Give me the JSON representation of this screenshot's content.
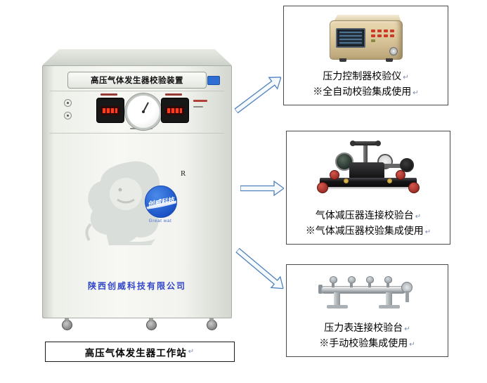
{
  "diagram": {
    "cabinet": {
      "title": "高压气体发生器校验装置",
      "r_mark": "R",
      "logo_text": "创威科技",
      "logo_subtext": "Great wat",
      "company": "陕西创威科技有限公司"
    },
    "workstation_label": "高压气体发生器工作站",
    "paragraph_mark": "↵",
    "items": [
      {
        "title": "压力控制器校验仪",
        "note": "※全自动校验集成使用",
        "image": "pressure-controller"
      },
      {
        "title": "气体减压器连接校验台",
        "note": "※气体减压器校验集成使用",
        "image": "gas-regulator-calibration-bench"
      },
      {
        "title": "压力表连接校验台",
        "note": "※手动校验集成使用",
        "image": "pressure-gauge-manifold"
      }
    ],
    "colors": {
      "arrow_stroke": "#4f81bd",
      "box_border": "#4a4a4a",
      "company_text": "#3347c8",
      "logo_blue": "#1c55c8"
    }
  }
}
